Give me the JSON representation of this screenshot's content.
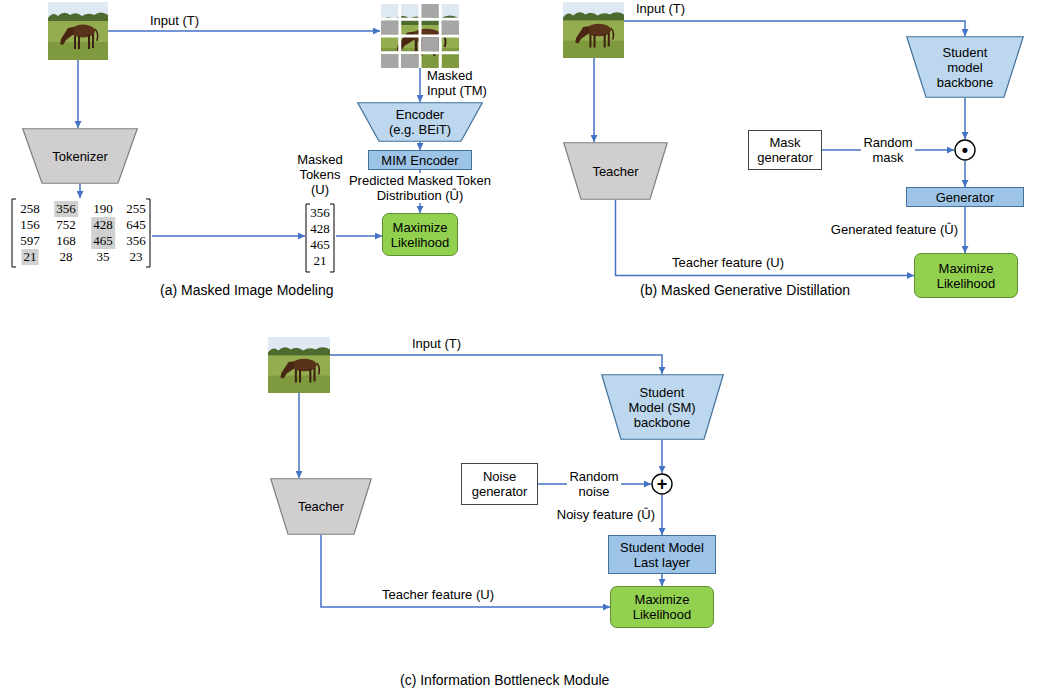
{
  "diagram": {
    "nodes": [
      {
        "text": [
          "Encoder (e.g. BEiT)"
        ]
      },
      {
        "text": [
          "MIM Encoder"
        ]
      },
      {
        "text": [
          "Maximize Likelihood"
        ]
      },
      {
        "text": [
          "Tokenizer"
        ]
      },
      {
        "text": [
          "Student model backbone"
        ]
      },
      {
        "text": [
          "Teacher"
        ]
      },
      {
        "text": [
          "Mask generator"
        ]
      },
      {
        "text": [
          "•"
        ]
      },
      {
        "text": [
          "Generator"
        ]
      },
      {
        "text": [
          "Maximize Likelihood"
        ]
      },
      {
        "text": [
          "Student Model (SM) backbone"
        ]
      },
      {
        "text": [
          "Teacher"
        ]
      },
      {
        "text": [
          "Noise generator"
        ]
      },
      {
        "text": [
          "+"
        ]
      },
      {
        "text": [
          "Student Model Last layer"
        ]
      },
      {
        "text": [
          "Maximize Likelihood"
        ]
      }
    ],
    "edges": [
      {
        "from": 0,
        "to": 1,
        "arrow": "to"
      },
      {
        "from": 1,
        "to": 2,
        "arrow": "to",
        "label": "Predicted Masked Token Distribution (Û)"
      },
      {
        "from": 4,
        "to": 7,
        "arrow": "to"
      },
      {
        "from": 6,
        "to": 7,
        "arrow": "to",
        "label": "Random mask"
      },
      {
        "from": 7,
        "to": 8,
        "arrow": "to"
      },
      {
        "from": 8,
        "to": 9,
        "arrow": "to",
        "label": "Generated feature (Û)"
      },
      {
        "from": 5,
        "to": 9,
        "arrow": "to",
        "label": "Teacher feature (U)"
      },
      {
        "from": 10,
        "to": 13,
        "arrow": "to"
      },
      {
        "from": 12,
        "to": 13,
        "arrow": "to",
        "label": "Random noise"
      },
      {
        "from": 13,
        "to": 14,
        "arrow": "to"
      },
      {
        "from": 14,
        "to": 15,
        "arrow": "to",
        "label": "Noisy feature (Û)"
      },
      {
        "from": 11,
        "to": 15,
        "arrow": "to",
        "label": "Teacher feature (U)"
      }
    ],
    "labels": [
      "Input (T)",
      "Masked Input (TM)",
      "Masked Tokens (U)",
      "258",
      "356",
      "190",
      "255",
      "156",
      "752",
      "428",
      "645",
      "597",
      "168",
      "465",
      "356",
      "21",
      "28",
      "35",
      "23",
      "356",
      "428",
      "465",
      "21",
      "(a) Masked Image Modeling",
      "Input (T)",
      "(b) Masked Generative Distillation",
      "Input (T)",
      "(c) Information Bottleneck Module"
    ]
  }
}
